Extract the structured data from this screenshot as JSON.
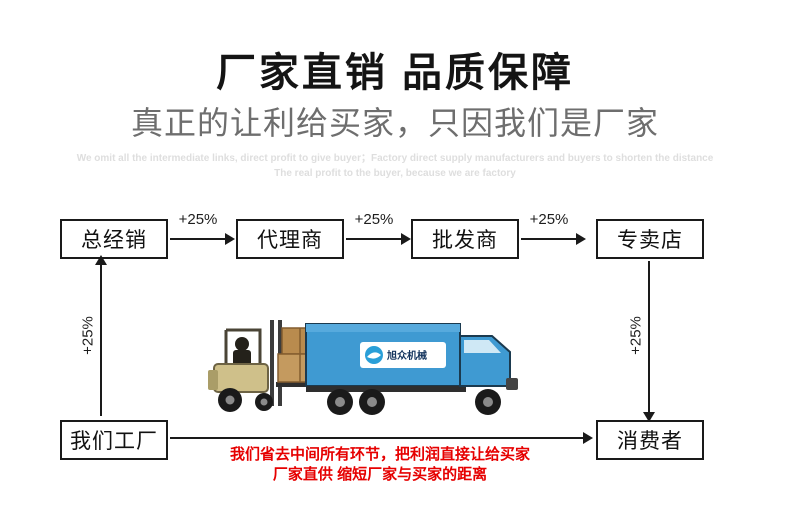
{
  "header": {
    "title": "厂家直销  品质保障",
    "subtitle": "真正的让利给买家，只因我们是厂家",
    "watermark_line1": "We omit all the intermediate links, direct profit to give buyer；Factory direct supply manufacturers and buyers to shorten the distance",
    "watermark_line2": "The real profit to the buyer, because we are factory"
  },
  "chain": {
    "markup_label": "+25%",
    "boxes": [
      {
        "label": "总经销"
      },
      {
        "label": "代理商"
      },
      {
        "label": "批发商"
      },
      {
        "label": "专卖店"
      }
    ]
  },
  "bottom": {
    "factory_label": "我们工厂",
    "consumer_label": "消费者",
    "red_line1": "我们省去中间所有环节，把利润直接让给买家",
    "red_line2": "厂家直供 缩短厂家与买家的距离"
  },
  "truck": {
    "brand": "旭众机械"
  },
  "colors": {
    "accent_red": "#e60000",
    "truck_blue": "#3f9ad2",
    "line_black": "#1a1a1a"
  }
}
